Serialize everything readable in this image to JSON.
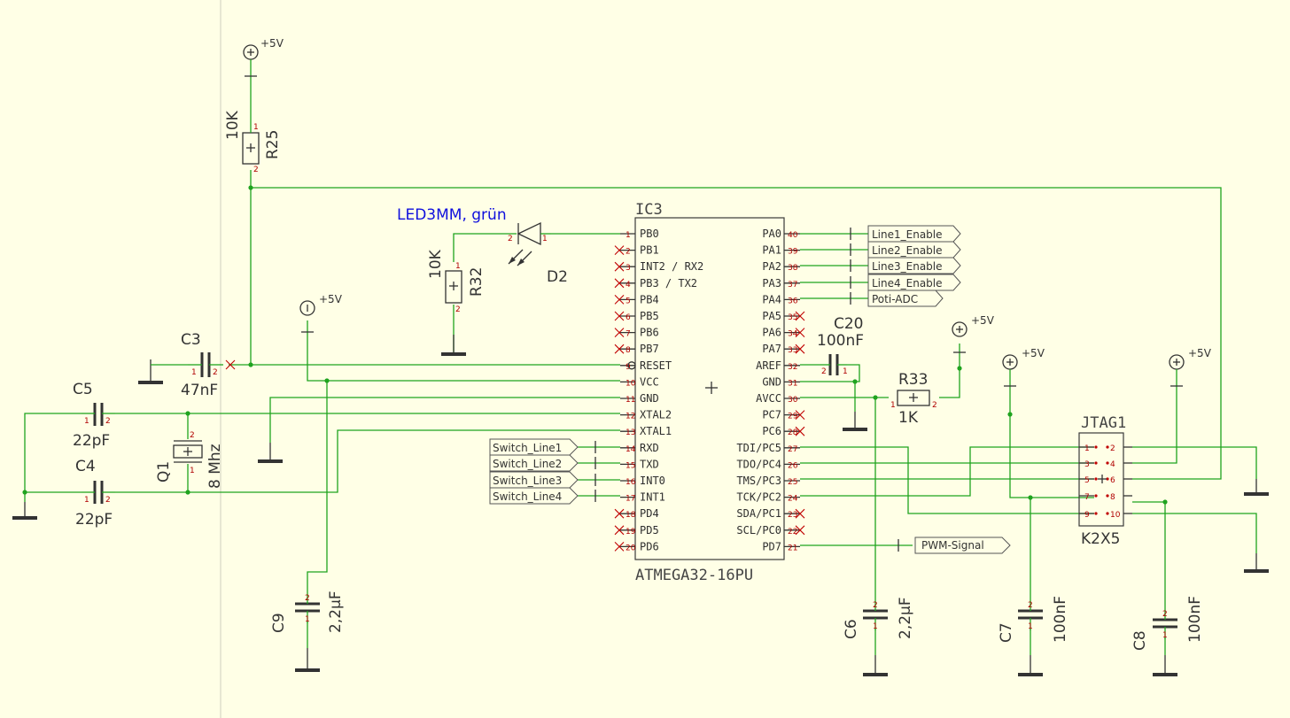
{
  "supply_label": "+5V",
  "ic": {
    "name": "IC3",
    "value": "ATMEGA32-16PU",
    "left_pins": [
      {
        "num": "1",
        "name": "PB0",
        "nc": false
      },
      {
        "num": "2",
        "name": "PB1",
        "nc": true
      },
      {
        "num": "3",
        "name": "INT2 / RX2",
        "nc": true
      },
      {
        "num": "4",
        "name": "PB3 / TX2",
        "nc": true
      },
      {
        "num": "5",
        "name": "PB4",
        "nc": true
      },
      {
        "num": "6",
        "name": "PB5",
        "nc": true
      },
      {
        "num": "7",
        "name": "PB6",
        "nc": true
      },
      {
        "num": "8",
        "name": "PB7",
        "nc": true
      },
      {
        "num": "9",
        "name": "RESET",
        "nc": false
      },
      {
        "num": "10",
        "name": "VCC",
        "nc": false
      },
      {
        "num": "11",
        "name": "GND",
        "nc": false
      },
      {
        "num": "12",
        "name": "XTAL2",
        "nc": false
      },
      {
        "num": "13",
        "name": "XTAL1",
        "nc": false
      },
      {
        "num": "14",
        "name": "RXD",
        "nc": false
      },
      {
        "num": "15",
        "name": "TXD",
        "nc": false
      },
      {
        "num": "16",
        "name": "INT0",
        "nc": false
      },
      {
        "num": "17",
        "name": "INT1",
        "nc": false
      },
      {
        "num": "18",
        "name": "PD4",
        "nc": true
      },
      {
        "num": "19",
        "name": "PD5",
        "nc": true
      },
      {
        "num": "20",
        "name": "PD6",
        "nc": true
      }
    ],
    "right_pins": [
      {
        "num": "40",
        "name": "PA0",
        "nc": false
      },
      {
        "num": "39",
        "name": "PA1",
        "nc": false
      },
      {
        "num": "38",
        "name": "PA2",
        "nc": false
      },
      {
        "num": "37",
        "name": "PA3",
        "nc": false
      },
      {
        "num": "36",
        "name": "PA4",
        "nc": false
      },
      {
        "num": "35",
        "name": "PA5",
        "nc": true
      },
      {
        "num": "34",
        "name": "PA6",
        "nc": true
      },
      {
        "num": "33",
        "name": "PA7",
        "nc": true
      },
      {
        "num": "32",
        "name": "AREF",
        "nc": false
      },
      {
        "num": "31",
        "name": "GND",
        "nc": false
      },
      {
        "num": "30",
        "name": "AVCC",
        "nc": false
      },
      {
        "num": "29",
        "name": "PC7",
        "nc": true
      },
      {
        "num": "28",
        "name": "PC6",
        "nc": true
      },
      {
        "num": "27",
        "name": "TDI/PC5",
        "nc": false
      },
      {
        "num": "26",
        "name": "TDO/PC4",
        "nc": false
      },
      {
        "num": "25",
        "name": "TMS/PC3",
        "nc": false
      },
      {
        "num": "24",
        "name": "TCK/PC2",
        "nc": false
      },
      {
        "num": "23",
        "name": "SDA/PC1",
        "nc": true
      },
      {
        "num": "22",
        "name": "SCL/PC0",
        "nc": true
      },
      {
        "num": "21",
        "name": "PD7",
        "nc": false
      }
    ]
  },
  "nets_out": [
    "Line1_Enable",
    "Line2_Enable",
    "Line3_Enable",
    "Line4_Enable",
    "Poti-ADC"
  ],
  "nets_in": [
    "Switch_Line1",
    "Switch_Line2",
    "Switch_Line3",
    "Switch_Line4"
  ],
  "pwm_net": "PWM-Signal",
  "components": {
    "r25": {
      "name": "R25",
      "value": "10K"
    },
    "r32": {
      "name": "R32",
      "value": "10K"
    },
    "r33": {
      "name": "R33",
      "value": "1K"
    },
    "c3": {
      "name": "C3",
      "value": "47nF"
    },
    "c4": {
      "name": "C4",
      "value": "22pF"
    },
    "c5": {
      "name": "C5",
      "value": "22pF"
    },
    "c6": {
      "name": "C6",
      "value": "2,2µF"
    },
    "c7": {
      "name": "C7",
      "value": "100nF"
    },
    "c8": {
      "name": "C8",
      "value": "100nF"
    },
    "c9": {
      "name": "C9",
      "value": "2,2µF"
    },
    "c20": {
      "name": "C20",
      "value": "100nF"
    },
    "q1": {
      "name": "Q1",
      "value": "8 Mhz"
    },
    "d2": {
      "name": "D2",
      "value": "LED3MM, grün"
    },
    "jtag": {
      "name": "JTAG1",
      "value": "K2X5",
      "pins": [
        "1",
        "2",
        "3",
        "4",
        "5",
        "6",
        "7",
        "8",
        "9",
        "10"
      ]
    }
  },
  "pin_numbers": {
    "one": "1",
    "two": "2"
  }
}
